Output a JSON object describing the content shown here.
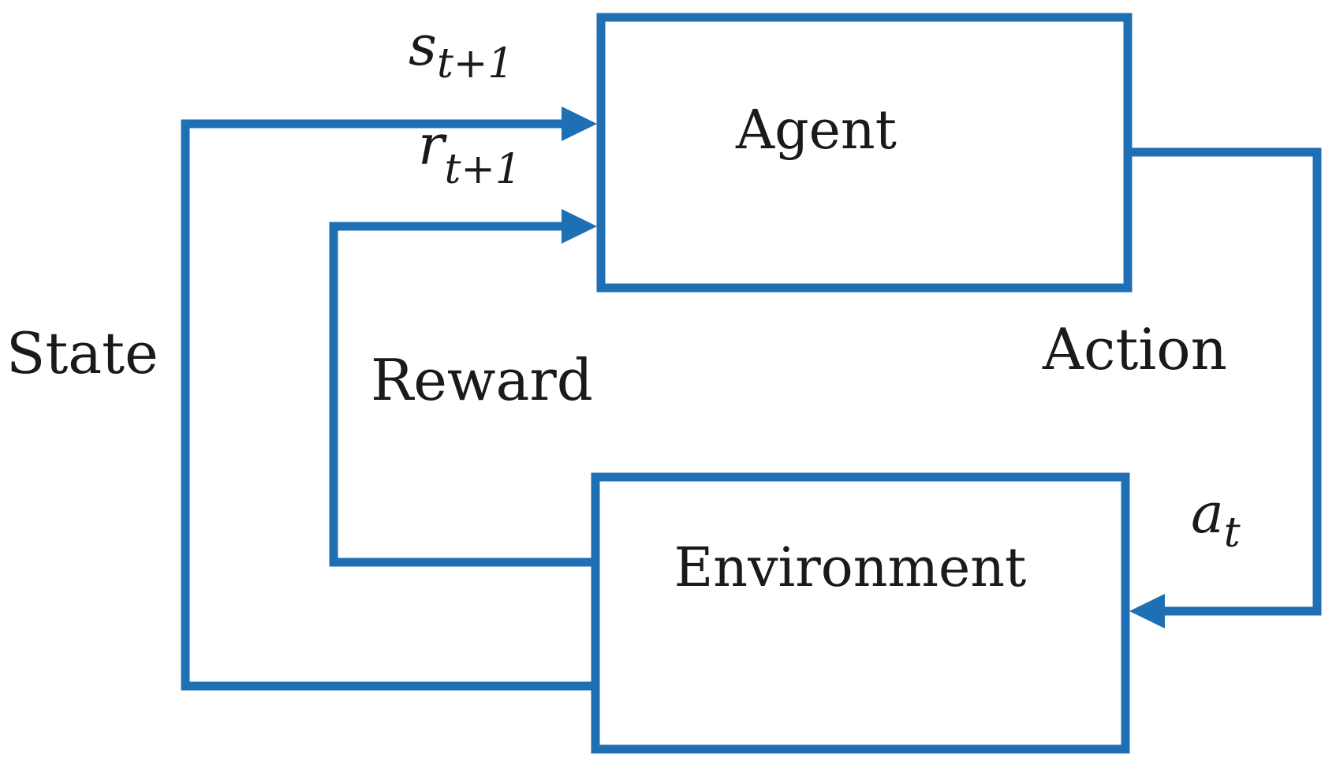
{
  "nodes": {
    "agent": {
      "label": "Agent"
    },
    "environment": {
      "label": "Environment"
    }
  },
  "edges": {
    "state": {
      "label": "State",
      "symbol": "s",
      "subscript": "t+1"
    },
    "reward": {
      "label": "Reward",
      "symbol": "r",
      "subscript": "t+1"
    },
    "action": {
      "label": "Action",
      "symbol": "a",
      "subscript": "t"
    }
  },
  "colors": {
    "line": "#1f6fb5",
    "text": "#1a1a1a",
    "background": "#ffffff"
  }
}
